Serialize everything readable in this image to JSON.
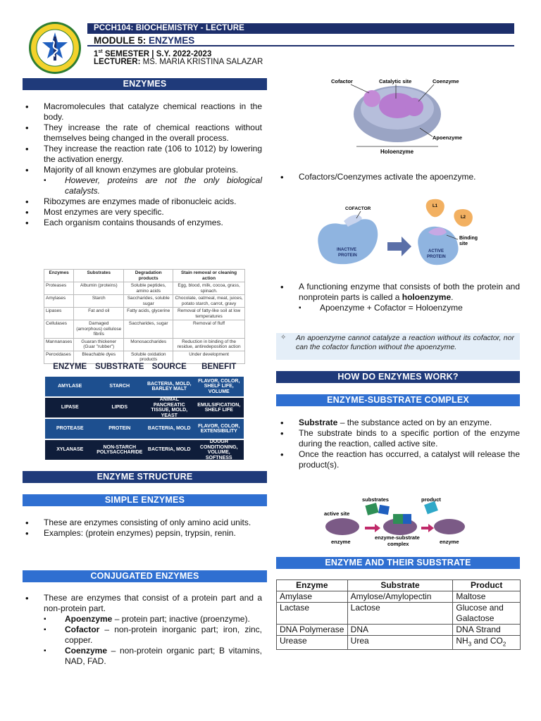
{
  "header": {
    "course": "PCCH104: BIOCHEMISTRY - LECTURE",
    "module_prefix": "MODULE 5: ",
    "module_topic": "ENZYMES",
    "sem_num": "1",
    "sem_sup": "st",
    "sem_rest": " SEMESTER | S.Y. 2022-2023",
    "lecturer_label": "LECTURER:",
    "lecturer_name": " MS. MARIA KRISTINA SALAZAR"
  },
  "sections": {
    "enzymes": "ENZYMES",
    "structure": "ENZYME STRUCTURE",
    "simple": "SIMPLE ENZYMES",
    "conjugated": "CONJUGATED ENZYMES",
    "how": "HOW DO ENZYMES WORK?",
    "complex": "ENZYME-SUBSTRATE COMPLEX",
    "their_substrate": "ENZYME AND THEIR SUBSTRATE"
  },
  "enzymes_bullets": [
    "Macromolecules that catalyze chemical reactions in the body.",
    "They increase the rate of chemical reactions without themselves being changed in the overall process.",
    "They increase the reaction rate (106 to 1012) by lowering the activation energy.",
    "Majority of all known enzymes are globular proteins.",
    "However, proteins are not the only biological catalysts.",
    "Ribozymes are enzymes made of ribonucleic acids.",
    "Most enzymes are very specific.",
    "Each organism contains thousands of enzymes."
  ],
  "table1": {
    "headers": [
      "Enzymes",
      "Substrates",
      "Degradation products",
      "Stain removal or cleaning action"
    ],
    "rows": [
      [
        "Proteases",
        "Albumin (proteins)",
        "Soluble peptides, amino acids",
        "Egg, blood, milk, cocoa, grass, spinach."
      ],
      [
        "Amylases",
        "Starch",
        "Saccharides, soluble sugar",
        "Chocolate, oatmeal, meat, juices, potato starch, carrot, gravy"
      ],
      [
        "Lipases",
        "Fat and oil",
        "Fatty acids, glycerine",
        "Removal of fatty-like soil at low temperatures"
      ],
      [
        "Cellulases",
        "Damaged (amorphous) cellulose fibrils",
        "Saccharides, sugar",
        "Removal of fluff"
      ],
      [
        "Mannanases",
        "Guaran thickener (Guar \"rubber\")",
        "Monosaccharides",
        "Reduction in binding of the residue, antiredeposition action"
      ],
      [
        "Peroxidases",
        "Bleachable dyes",
        "Soluble oxidation products",
        "Under development"
      ]
    ]
  },
  "table2": {
    "headers": [
      "ENZYME",
      "SUBSTRATE",
      "SOURCE",
      "BENEFIT"
    ],
    "rows": [
      [
        "AMYLASE",
        "STARCH",
        "BACTERIA, MOLD, BARLEY MALT",
        "FLAVOR, COLOR, SHELF LIFE, VOLUME"
      ],
      [
        "LIPASE",
        "LIPIDS",
        "ANIMAL PANCREATIC TISSUE, MOLD, YEAST",
        "EMULSIFICATION, SHELF LIFE"
      ],
      [
        "PROTEASE",
        "PROTEIN",
        "BACTERIA, MOLD",
        "FLAVOR, COLOR, EXTENSIBILITY"
      ],
      [
        "XYLANASE",
        "NON-STARCH POLYSACCHARIDE",
        "BACTERIA, MOLD",
        "DOUGH CONDITIONING, VOLUME, SOFTNESS"
      ]
    ],
    "row_colors": [
      "#1d4f8f",
      "#0f1d3a",
      "#1d4f8f",
      "#0f1d3a"
    ]
  },
  "simple_bullets": [
    "These are enzymes consisting of only amino acid units.",
    "Examples: (protein enzymes) pepsin, trypsin, renin."
  ],
  "conjugated": {
    "intro": "These are enzymes that consist of a protein part and a non-protein part.",
    "apo_term": "Apoenzyme",
    "apo_text": " – protein part; inactive (proenzyme).",
    "cof_term": "Cofactor",
    "cof_text": " – non-protein inorganic part; iron, zinc, copper.",
    "coe_term": "Coenzyme",
    "coe_text": " – non-protein organic part; B vitamins, NAD, FAD."
  },
  "holoenzyme_fig": {
    "cofactor": "Cofactor",
    "catalytic": "Catalytic site",
    "coenzyme": "Coenzyme",
    "apoenzyme": "Apoenzyme",
    "caption": "Holoenzyme"
  },
  "activation_fig": {
    "cofactor": "COFACTOR",
    "inactive": "INACTIVE",
    "protein1": "PROTEIN",
    "active": "ACTIVE",
    "protein2": "PROTEIN",
    "binding": "Binding",
    "site": "site",
    "l1": "L1",
    "l2": "L2"
  },
  "right_bullets": {
    "activate": "Cofactors/Coenzymes activate the apoenzyme.",
    "functioning_pre": "A functioning enzyme that consists of both the protein and nonprotein parts is called a ",
    "functioning_term": "holoenzyme",
    "functioning_post": ".",
    "equation": "Apoenzyme + Cofactor = Holoenzyme"
  },
  "note": "An apoenzyme cannot catalyze a reaction without its cofactor, nor can the cofactor function without the apoenzyme.",
  "complex_bullets": {
    "substrate_term": "Substrate",
    "substrate_text": " – the substance acted on by an enzyme.",
    "binds": "The substrate binds to a specific portion of the enzyme during the reaction, called active site.",
    "release": "Once the reaction has occurred, a catalyst will release the product(s)."
  },
  "complex_fig": {
    "substrates": "substrates",
    "product": "product",
    "active_site": "active site",
    "enzyme1": "enzyme",
    "complex1": "enzyme-substrate",
    "complex2": "complex",
    "enzyme2": "enzyme"
  },
  "table3": {
    "headers": [
      "Enzyme",
      "Substrate",
      "Product"
    ],
    "rows": [
      [
        "Amylase",
        "Amylose/Amylopectin",
        "Maltose"
      ],
      [
        "Lactase",
        "Lactose",
        "Glucose and Galactose"
      ],
      [
        "DNA Polymerase",
        "DNA",
        "DNA Strand"
      ],
      [
        "Urease",
        "Urea",
        "NH3 and CO2"
      ]
    ]
  }
}
